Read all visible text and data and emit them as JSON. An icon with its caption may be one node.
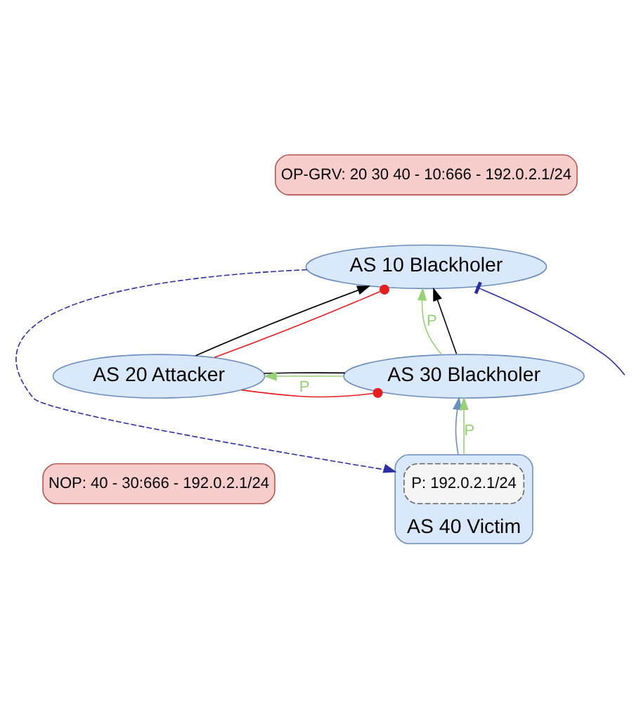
{
  "diagram": {
    "nodes": [
      {
        "text": [
          "OP-GRV: 20 30 40 - 10:666 - 192.0.2.1/24"
        ]
      },
      {
        "text": [
          "AS 10 Blackholer"
        ]
      },
      {
        "text": [
          "AS 20 Attacker"
        ]
      },
      {
        "text": [
          "AS 30 Blackholer"
        ]
      },
      {
        "text": [
          "NOP: 40 - 30:666 - 192.0.2.1/24"
        ]
      },
      {
        "text": [
          "AS 40 Victim"
        ]
      },
      {
        "text": [
          "P: 192.0.2.1/24"
        ],
        "in": 5
      }
    ],
    "edges": [
      {
        "from": 2,
        "to": 1,
        "arrow": "to"
      },
      {
        "from": 3,
        "to": 1,
        "arrow": "to"
      },
      {
        "from": 2,
        "to": 3,
        "arrow": "none"
      },
      {
        "from": 5,
        "to": 3,
        "arrow": "to",
        "color": "#6c8ebf"
      },
      {
        "from": 3,
        "to": 1,
        "arrow": "to",
        "label": "P",
        "color": "#97d077"
      },
      {
        "from": 3,
        "to": 2,
        "arrow": "to",
        "label": "P",
        "color": "#97d077"
      },
      {
        "from": 5,
        "to": 3,
        "arrow": "to",
        "label": "P",
        "color": "#97d077"
      },
      {
        "from": 2,
        "to": 1,
        "arrow": "other",
        "color": "#e51f1f"
      },
      {
        "from": 2,
        "to": 3,
        "arrow": "other",
        "color": "#e51f1f"
      },
      {
        "from": null,
        "to": 1,
        "arrow": "other",
        "color": "#2b2fa0"
      },
      {
        "from": 1,
        "to": 5,
        "arrow": "to",
        "style": "dashed",
        "color": "#2b2fa0"
      }
    ]
  }
}
